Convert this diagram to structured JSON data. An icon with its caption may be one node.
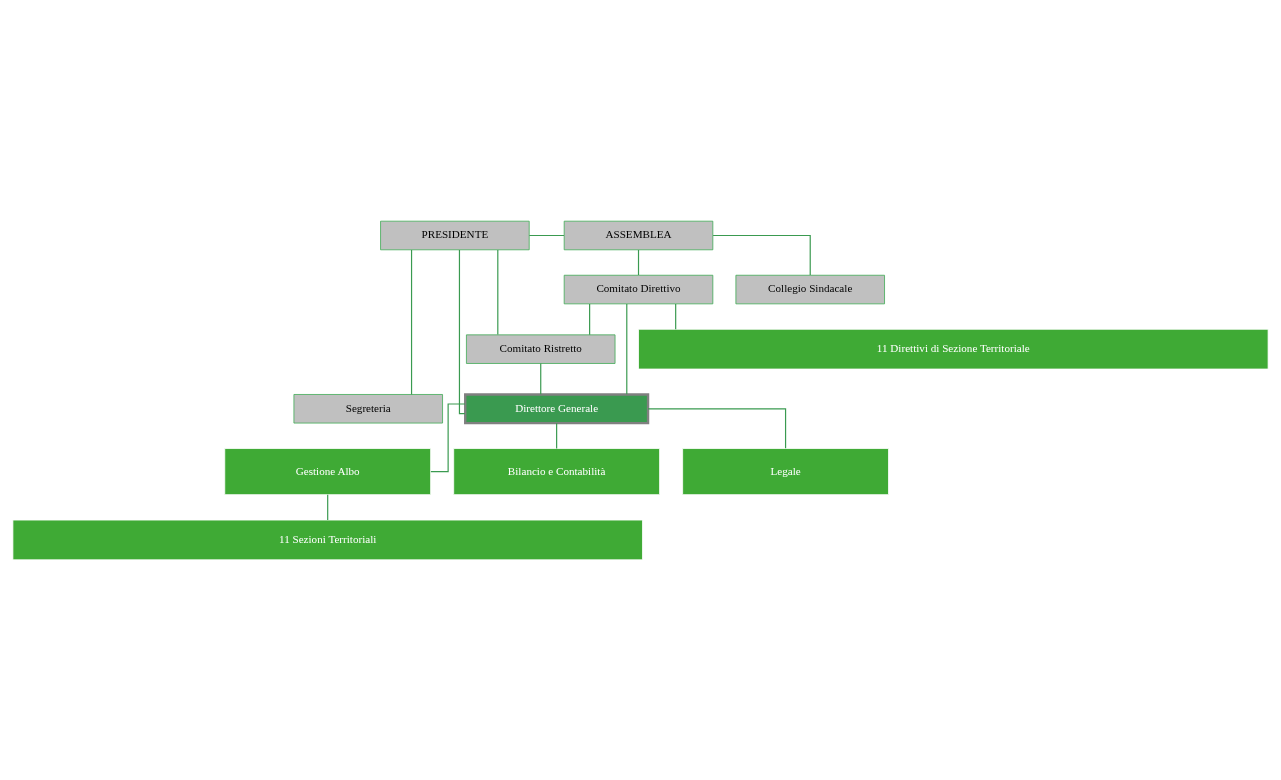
{
  "diagram": {
    "nodes": [
      {
        "text": [
          "PRESIDENTE"
        ]
      },
      {
        "text": [
          "ASSEMBLEA"
        ]
      },
      {
        "text": [
          "Collegio Sindacale"
        ]
      },
      {
        "text": [
          "Comitato Direttivo"
        ]
      },
      {
        "text": [
          "Comitato Ristretto"
        ]
      },
      {
        "text": [
          "Direttore Generale"
        ]
      },
      {
        "text": [
          "Segreteria"
        ]
      },
      {
        "text": [
          "Gestione Albo"
        ]
      },
      {
        "text": [
          "Bilancio e Contabilità"
        ]
      },
      {
        "text": [
          "Legale"
        ]
      },
      {
        "text": [
          "11 Direttivi di Sezione Territoriale"
        ]
      },
      {
        "text": [
          "11 Sezioni Territoriali"
        ]
      }
    ],
    "edges": [
      {
        "from": 0,
        "to": 1,
        "arrow": "none"
      },
      {
        "from": 1,
        "to": 2,
        "arrow": "none"
      },
      {
        "from": 1,
        "to": 3,
        "arrow": "none"
      },
      {
        "from": 0,
        "to": 4,
        "arrow": "none"
      },
      {
        "from": 3,
        "to": 4,
        "arrow": "none"
      },
      {
        "from": 4,
        "to": 5,
        "arrow": "none"
      },
      {
        "from": 3,
        "to": 5,
        "arrow": "none"
      },
      {
        "from": 3,
        "to": 10,
        "arrow": "none"
      },
      {
        "from": 0,
        "to": 5,
        "arrow": "none"
      },
      {
        "from": 0,
        "to": 6,
        "arrow": "none"
      },
      {
        "from": 5,
        "to": 7,
        "arrow": "none"
      },
      {
        "from": 5,
        "to": 8,
        "arrow": "none"
      },
      {
        "from": 5,
        "to": 9,
        "arrow": "none"
      },
      {
        "from": 7,
        "to": 11,
        "arrow": "none"
      }
    ]
  }
}
